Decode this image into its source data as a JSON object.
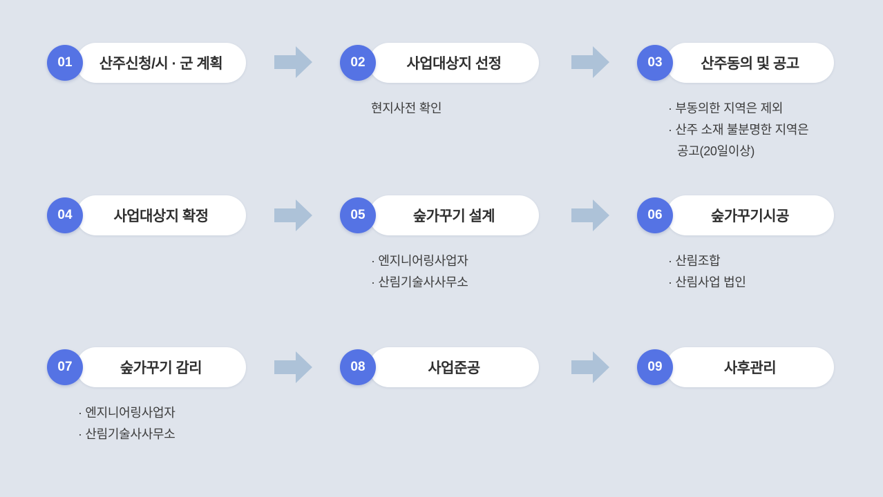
{
  "palette": {
    "background": "#dfe4ec",
    "pill_background": "#ffffff",
    "number_circle": "#5573e4",
    "number_text": "#ffffff",
    "arrow": "#adc2d8",
    "title_text": "#2f2f2f",
    "note_text": "#3c3c3c"
  },
  "flow": {
    "steps": [
      {
        "number": "01",
        "title": "산주신청/시 · 군 계획",
        "notes": []
      },
      {
        "number": "02",
        "title": "사업대상지 선정",
        "notes": [
          "현지사전 확인"
        ]
      },
      {
        "number": "03",
        "title": "산주동의 및 공고",
        "notes": [
          "· 부동의한 지역은 제외",
          "· 산주 소재 불분명한 지역은",
          "공고(20일이상)"
        ]
      },
      {
        "number": "04",
        "title": "사업대상지 확정",
        "notes": []
      },
      {
        "number": "05",
        "title": "숲가꾸기 설계",
        "notes": [
          "· 엔지니어링사업자",
          "· 산림기술사사무소"
        ]
      },
      {
        "number": "06",
        "title": "숲가꾸기시공",
        "notes": [
          "· 산림조합",
          "· 산림사업 법인"
        ]
      },
      {
        "number": "07",
        "title": "숲가꾸기 감리",
        "notes": [
          "· 엔지니어링사업자",
          "· 산림기술사사무소"
        ]
      },
      {
        "number": "08",
        "title": "사업준공",
        "notes": []
      },
      {
        "number": "09",
        "title": "사후관리",
        "notes": []
      }
    ],
    "arrow_icon": "block-arrow-right"
  }
}
